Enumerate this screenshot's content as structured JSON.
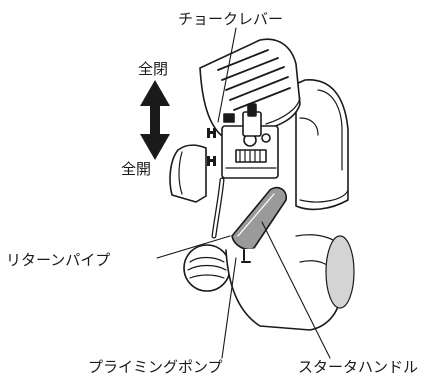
{
  "labels": {
    "choke_lever": "チョークレバー",
    "full_open": "全閉",
    "full_closed": "全開",
    "return_pipe": "リターンパイプ",
    "priming_pump": "プライミングポンプ",
    "starter_handle": "スタータハンドル"
  },
  "colors": {
    "ink": "#1a1a1a",
    "shade": "#9a9a9a",
    "light_shade": "#d4d4d4",
    "background": "#ffffff"
  },
  "icons": {
    "direction_arrow": "double-headed-vertical-arrow"
  }
}
